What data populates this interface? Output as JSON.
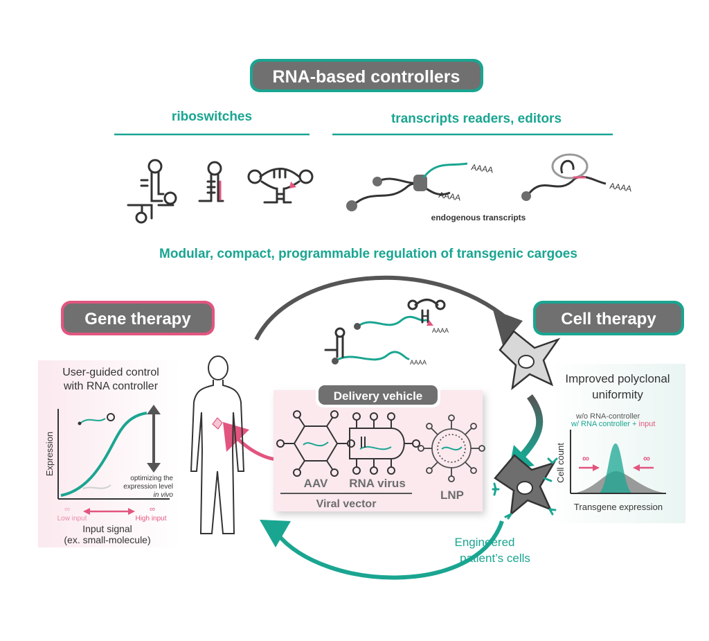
{
  "title": "RNA-based controllers",
  "riboswitches_label": "riboswitches",
  "readers_label": "transcripts readers, editors",
  "endogenous_label": "endogenous transcripts",
  "polyA": "AAAA",
  "modular_text": "Modular, compact, programmable regulation of transgenic cargoes",
  "gene_therapy": "Gene therapy",
  "cell_therapy": "Cell  therapy",
  "delivery_vehicle": "Delivery vehicle",
  "aav": "AAV",
  "rna_virus": "RNA virus",
  "lnp": "LNP",
  "viral_vector": "Viral vector",
  "engineered_line1": "Engineered",
  "engineered_line2": "patient’s cells",
  "left_panel": {
    "title_line1": "User-guided control",
    "title_line2": "with RNA controller",
    "ylabel": "Expression",
    "note_line1": "optimizing the",
    "note_line2": "expression level",
    "note_line3": "in vivo",
    "low_input": "Low input",
    "high_input": "High input",
    "xlabel_line1": "Input signal",
    "xlabel_line2": "(ex. small-molecule)"
  },
  "right_panel": {
    "title_line1": "Improved polyclonal",
    "title_line2": "uniformity",
    "legend_line1": "w/o RNA-controller",
    "legend_line2a": "w/ RNA controller + ",
    "legend_line2b": "input",
    "ylabel": "Cell count",
    "xlabel": "Transgene expression"
  },
  "colors": {
    "teal": "#1aa591",
    "pink": "#e2557f",
    "grey": "#707070",
    "dark": "#333333",
    "pink_bg": "#fbe9ee",
    "teal_bg": "#e9f5f2"
  }
}
